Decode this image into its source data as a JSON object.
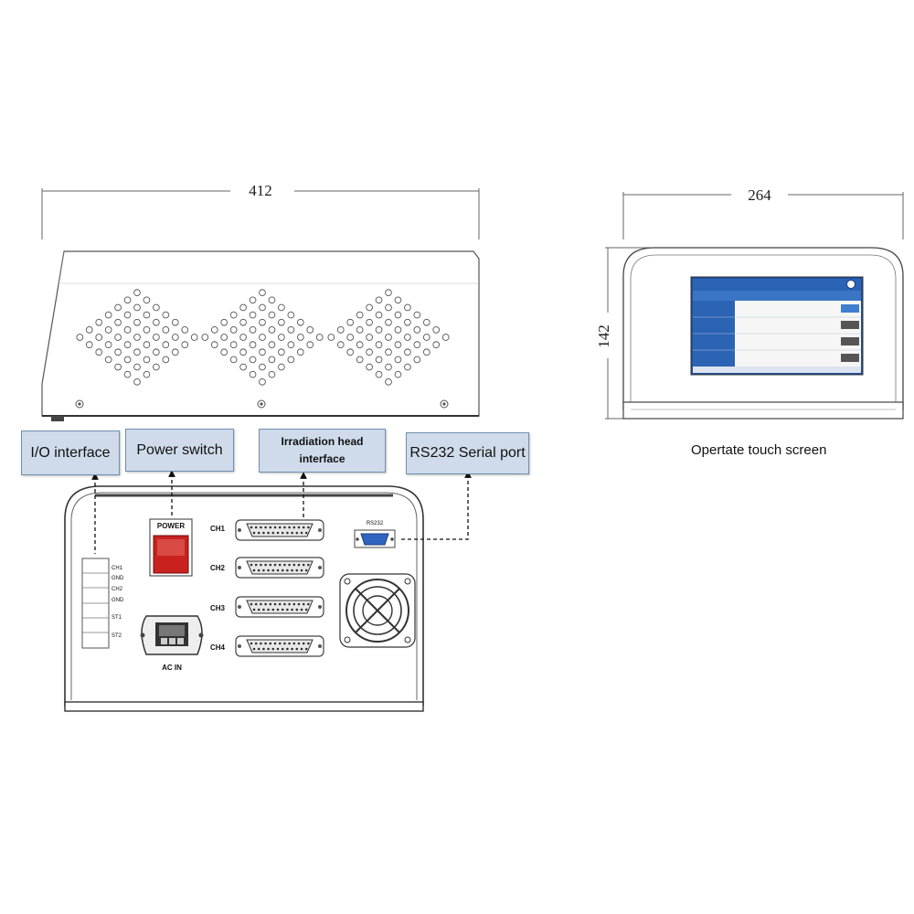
{
  "dimensions": {
    "length": "412",
    "width": "264",
    "height": "142"
  },
  "callouts": {
    "io": "I/O interface",
    "power": "Power switch",
    "irradiation": "Irradiation head interface",
    "rs232": "RS232 Serial port"
  },
  "caption": "Opertate touch screen",
  "rear_panel": {
    "power_label": "POWER",
    "ac_label": "AC IN",
    "rs232_label": "RS232",
    "channels": [
      "CH1",
      "CH2",
      "CH3",
      "CH4"
    ],
    "io_pins": [
      "CH1",
      "GND",
      "CH2",
      "GND",
      "ST1",
      "ST2"
    ]
  },
  "colors": {
    "callout_bg": "#cfdbea",
    "screen_blue": "#2b63b5",
    "power_red": "#c8211e"
  }
}
